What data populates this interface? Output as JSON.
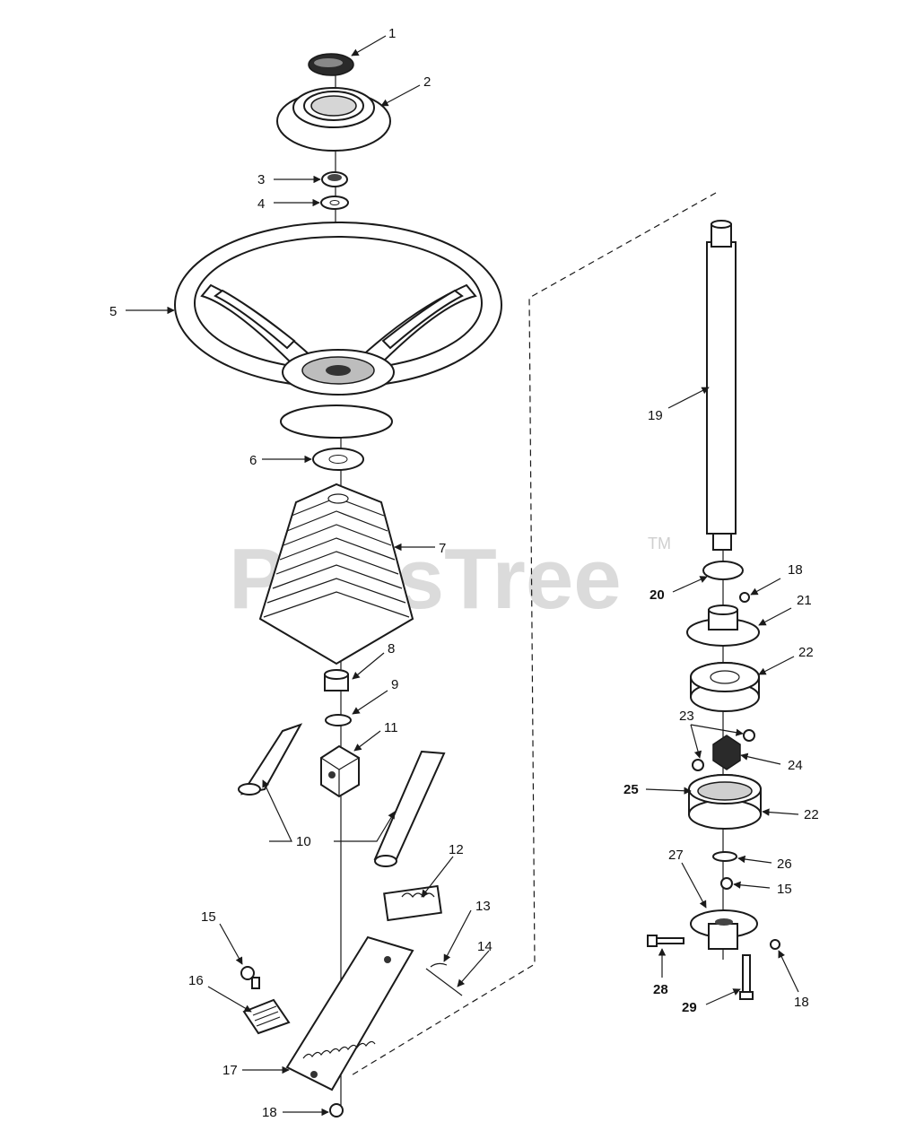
{
  "watermark": {
    "text": "PartsTree",
    "trademark": "TM"
  },
  "callouts": [
    {
      "id": "c1",
      "label": "1"
    },
    {
      "id": "c2",
      "label": "2"
    },
    {
      "id": "c3",
      "label": "3"
    },
    {
      "id": "c4",
      "label": "4"
    },
    {
      "id": "c5",
      "label": "5"
    },
    {
      "id": "c6",
      "label": "6"
    },
    {
      "id": "c7",
      "label": "7"
    },
    {
      "id": "c8",
      "label": "8"
    },
    {
      "id": "c9",
      "label": "9"
    },
    {
      "id": "c10",
      "label": "10"
    },
    {
      "id": "c11",
      "label": "11"
    },
    {
      "id": "c12",
      "label": "12"
    },
    {
      "id": "c13",
      "label": "13"
    },
    {
      "id": "c14",
      "label": "14"
    },
    {
      "id": "c15a",
      "label": "15"
    },
    {
      "id": "c16",
      "label": "16"
    },
    {
      "id": "c17",
      "label": "17"
    },
    {
      "id": "c18a",
      "label": "18"
    },
    {
      "id": "c19",
      "label": "19"
    },
    {
      "id": "c20",
      "label": "20"
    },
    {
      "id": "c18b",
      "label": "18"
    },
    {
      "id": "c21",
      "label": "21"
    },
    {
      "id": "c22a",
      "label": "22"
    },
    {
      "id": "c23",
      "label": "23"
    },
    {
      "id": "c24",
      "label": "24"
    },
    {
      "id": "c25",
      "label": "25"
    },
    {
      "id": "c22b",
      "label": "22"
    },
    {
      "id": "c26",
      "label": "26"
    },
    {
      "id": "c27",
      "label": "27"
    },
    {
      "id": "c15b",
      "label": "15"
    },
    {
      "id": "c28",
      "label": "28"
    },
    {
      "id": "c29",
      "label": "29"
    },
    {
      "id": "c18c",
      "label": "18"
    }
  ]
}
